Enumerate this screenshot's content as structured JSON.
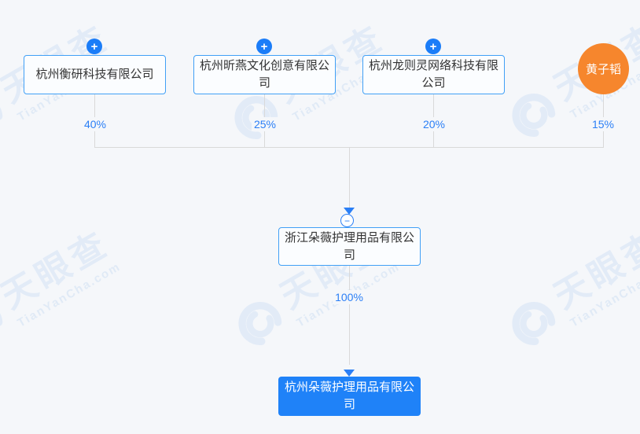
{
  "watermark": {
    "brand": "天眼查",
    "domain": "TianYanCha.com"
  },
  "icons": {
    "expand_glyph": "+",
    "collapse_glyph": "−"
  },
  "colors": {
    "background": "#f5f7fa",
    "accent_blue": "#2b7ff6",
    "node_border_blue": "#41a0f6",
    "node_fill": "#fbfdff",
    "target_fill": "#1f82f8",
    "person_orange": "#f6862d",
    "connector_gray": "#d9d9d9",
    "watermark_blue": "#e2ebf7",
    "text_dark": "#333333"
  },
  "diagram": {
    "shareholders": [
      {
        "name": "杭州衡研科技有限公司",
        "percent": "40%",
        "type": "company"
      },
      {
        "name": "杭州昕燕文化创意有限公司",
        "percent": "25%",
        "type": "company"
      },
      {
        "name": "杭州龙则灵网络科技有限公司",
        "percent": "20%",
        "type": "company"
      },
      {
        "name": "黄子韬",
        "percent": "15%",
        "type": "person"
      }
    ],
    "intermediate": {
      "name": "浙江朵薇护理用品有限公司",
      "percent": "100%"
    },
    "target": {
      "name": "杭州朵薇护理用品有限公司"
    }
  }
}
